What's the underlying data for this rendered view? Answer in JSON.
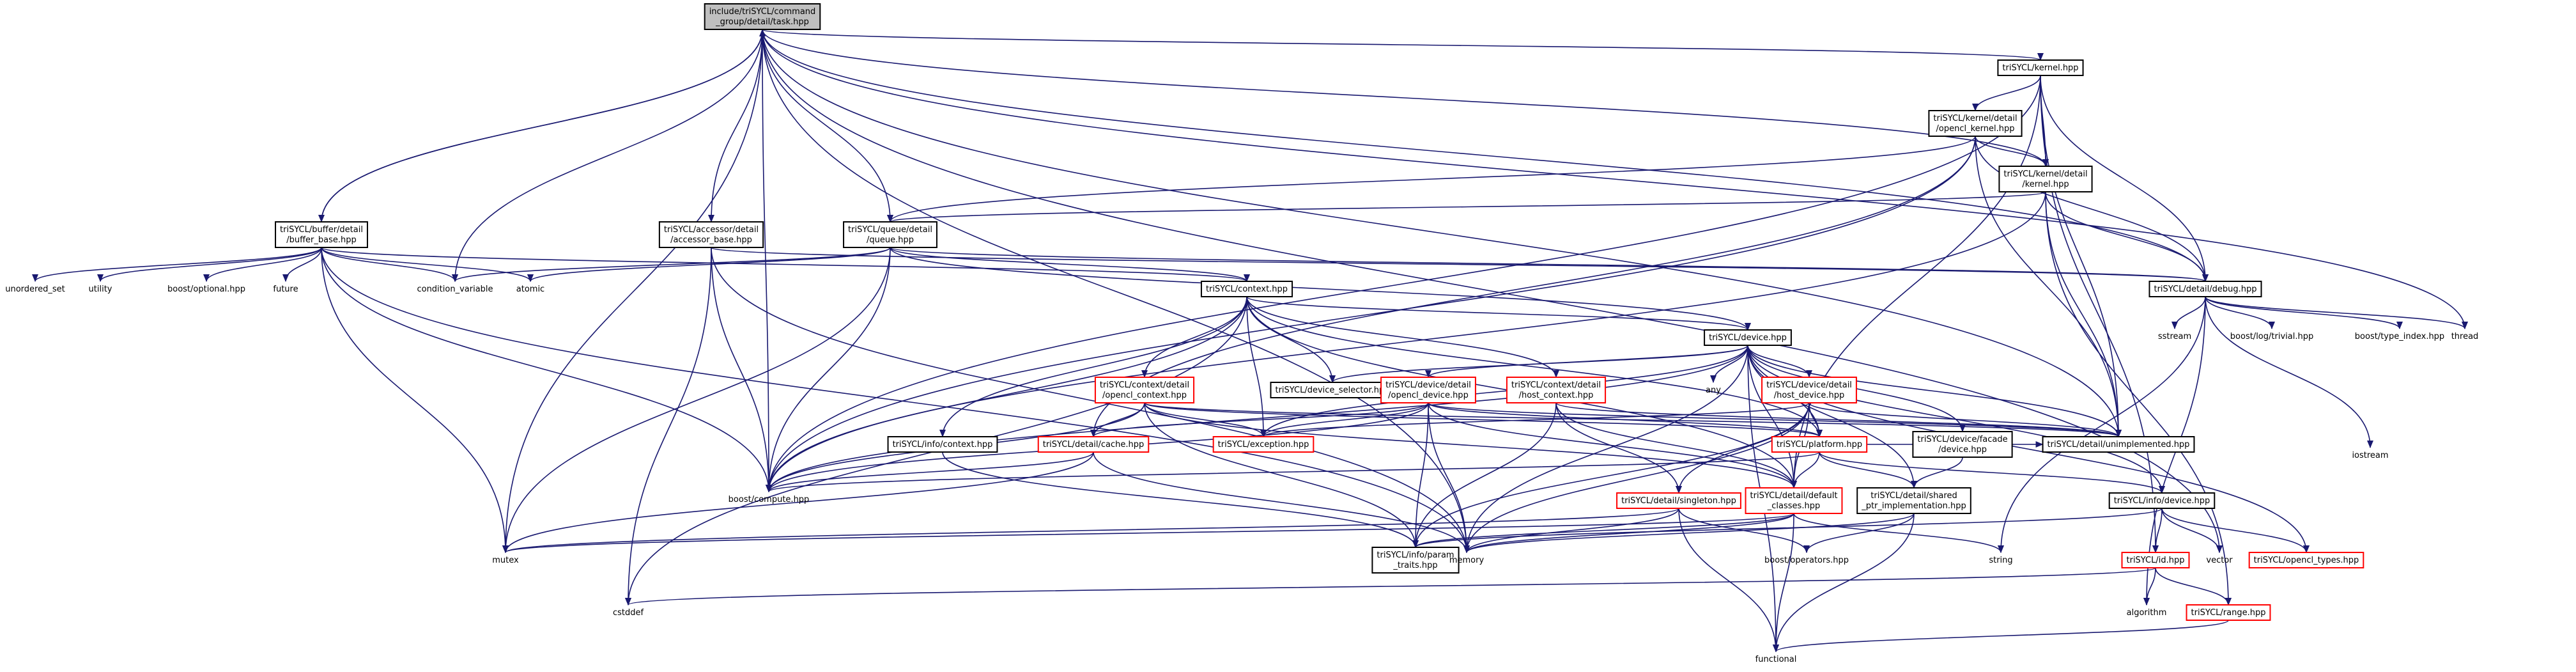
{
  "graph": {
    "colors": {
      "edge": "#191970",
      "node_border": "#000000",
      "node_border_ref": "#ff0000",
      "root_fill": "#bfbfbf",
      "node_fill": "#ffffff"
    },
    "nodes": [
      {
        "id": "task",
        "lines": [
          "include/triSYCL/command",
          "_group/detail/task.hpp"
        ],
        "style": "root"
      },
      {
        "id": "kernel",
        "lines": [
          "triSYCL/kernel.hpp"
        ],
        "style": "box"
      },
      {
        "id": "opencl_kernel",
        "lines": [
          "triSYCL/kernel/detail",
          "/opencl_kernel.hpp"
        ],
        "style": "box"
      },
      {
        "id": "kernel_detail",
        "lines": [
          "triSYCL/kernel/detail",
          "/kernel.hpp"
        ],
        "style": "box"
      },
      {
        "id": "buffer_base",
        "lines": [
          "triSYCL/buffer/detail",
          "/buffer_base.hpp"
        ],
        "style": "box"
      },
      {
        "id": "accessor_base",
        "lines": [
          "triSYCL/accessor/detail",
          "/accessor_base.hpp"
        ],
        "style": "box"
      },
      {
        "id": "queue",
        "lines": [
          "triSYCL/queue/detail",
          "/queue.hpp"
        ],
        "style": "box"
      },
      {
        "id": "debug",
        "lines": [
          "triSYCL/detail/debug.hpp"
        ],
        "style": "box"
      },
      {
        "id": "context",
        "lines": [
          "triSYCL/context.hpp"
        ],
        "style": "box"
      },
      {
        "id": "device",
        "lines": [
          "triSYCL/device.hpp"
        ],
        "style": "box"
      },
      {
        "id": "unordered_set",
        "lines": [
          "unordered_set"
        ],
        "style": "plain"
      },
      {
        "id": "utility",
        "lines": [
          "utility"
        ],
        "style": "plain"
      },
      {
        "id": "boost_optional",
        "lines": [
          "boost/optional.hpp"
        ],
        "style": "plain"
      },
      {
        "id": "future",
        "lines": [
          "future"
        ],
        "style": "plain"
      },
      {
        "id": "condition_variable",
        "lines": [
          "condition_variable"
        ],
        "style": "plain"
      },
      {
        "id": "atomic",
        "lines": [
          "atomic"
        ],
        "style": "plain"
      },
      {
        "id": "sstream",
        "lines": [
          "sstream"
        ],
        "style": "plain"
      },
      {
        "id": "boost_log",
        "lines": [
          "boost/log/trivial.hpp"
        ],
        "style": "plain"
      },
      {
        "id": "boost_typeindex",
        "lines": [
          "boost/type_index.hpp"
        ],
        "style": "plain"
      },
      {
        "id": "thread",
        "lines": [
          "thread"
        ],
        "style": "plain"
      },
      {
        "id": "ctx_opencl",
        "lines": [
          "triSYCL/context/detail",
          "/opencl_context.hpp"
        ],
        "style": "ref"
      },
      {
        "id": "device_selector",
        "lines": [
          "triSYCL/device_selector.hpp"
        ],
        "style": "box"
      },
      {
        "id": "dev_opencl",
        "lines": [
          "triSYCL/device/detail",
          "/opencl_device.hpp"
        ],
        "style": "ref"
      },
      {
        "id": "ctx_host",
        "lines": [
          "triSYCL/context/detail",
          "/host_context.hpp"
        ],
        "style": "ref"
      },
      {
        "id": "any",
        "lines": [
          "any"
        ],
        "style": "plain"
      },
      {
        "id": "dev_host",
        "lines": [
          "triSYCL/device/detail",
          "/host_device.hpp"
        ],
        "style": "ref"
      },
      {
        "id": "info_context",
        "lines": [
          "triSYCL/info/context.hpp"
        ],
        "style": "box"
      },
      {
        "id": "cache",
        "lines": [
          "triSYCL/detail/cache.hpp"
        ],
        "style": "ref"
      },
      {
        "id": "exception",
        "lines": [
          "triSYCL/exception.hpp"
        ],
        "style": "ref"
      },
      {
        "id": "platform",
        "lines": [
          "triSYCL/platform.hpp"
        ],
        "style": "ref"
      },
      {
        "id": "facade",
        "lines": [
          "triSYCL/device/facade",
          "/device.hpp"
        ],
        "style": "box"
      },
      {
        "id": "unimplemented",
        "lines": [
          "triSYCL/detail/unimplemented.hpp"
        ],
        "style": "box"
      },
      {
        "id": "iostream",
        "lines": [
          "iostream"
        ],
        "style": "plain"
      },
      {
        "id": "boost_compute",
        "lines": [
          "boost/compute.hpp"
        ],
        "style": "plain"
      },
      {
        "id": "singleton",
        "lines": [
          "triSYCL/detail/singleton.hpp"
        ],
        "style": "ref"
      },
      {
        "id": "default_classes",
        "lines": [
          "triSYCL/detail/default",
          "_classes.hpp"
        ],
        "style": "ref"
      },
      {
        "id": "shared_ptr",
        "lines": [
          "triSYCL/detail/shared",
          "_ptr_implementation.hpp"
        ],
        "style": "box"
      },
      {
        "id": "info_device",
        "lines": [
          "triSYCL/info/device.hpp"
        ],
        "style": "box"
      },
      {
        "id": "mutex",
        "lines": [
          "mutex"
        ],
        "style": "plain"
      },
      {
        "id": "param_traits",
        "lines": [
          "triSYCL/info/param",
          "_traits.hpp"
        ],
        "style": "box"
      },
      {
        "id": "memory",
        "lines": [
          "memory"
        ],
        "style": "plain"
      },
      {
        "id": "boost_operators",
        "lines": [
          "boost/operators.hpp"
        ],
        "style": "plain"
      },
      {
        "id": "string",
        "lines": [
          "string"
        ],
        "style": "plain"
      },
      {
        "id": "vector",
        "lines": [
          "vector"
        ],
        "style": "plain"
      },
      {
        "id": "opencl_types",
        "lines": [
          "triSYCL/opencl_types.hpp"
        ],
        "style": "ref"
      },
      {
        "id": "id",
        "lines": [
          "triSYCL/id.hpp"
        ],
        "style": "ref"
      },
      {
        "id": "cstddef",
        "lines": [
          "cstddef"
        ],
        "style": "plain"
      },
      {
        "id": "algorithm",
        "lines": [
          "algorithm"
        ],
        "style": "plain"
      },
      {
        "id": "range",
        "lines": [
          "triSYCL/range.hpp"
        ],
        "style": "ref"
      },
      {
        "id": "functional",
        "lines": [
          "functional"
        ],
        "style": "plain"
      }
    ],
    "edges": [
      [
        "task",
        "kernel"
      ],
      [
        "task",
        "buffer_base"
      ],
      [
        "task",
        "accessor_base"
      ],
      [
        "task",
        "queue"
      ],
      [
        "task",
        "debug"
      ],
      [
        "task",
        "kernel_detail"
      ],
      [
        "task",
        "condition_variable"
      ],
      [
        "task",
        "thread"
      ],
      [
        "task",
        "vector"
      ],
      [
        "task",
        "mutex"
      ],
      [
        "task",
        "boost_compute"
      ],
      [
        "task",
        "memory"
      ],
      [
        "task",
        "unimplemented"
      ],
      [
        "kernel",
        "opencl_kernel"
      ],
      [
        "kernel",
        "kernel_detail"
      ],
      [
        "kernel",
        "debug"
      ],
      [
        "kernel",
        "boost_compute"
      ],
      [
        "kernel",
        "unimplemented"
      ],
      [
        "kernel",
        "id"
      ],
      [
        "kernel",
        "default_classes"
      ],
      [
        "opencl_kernel",
        "kernel_detail"
      ],
      [
        "opencl_kernel",
        "queue"
      ],
      [
        "opencl_kernel",
        "debug"
      ],
      [
        "opencl_kernel",
        "cache"
      ],
      [
        "opencl_kernel",
        "boost_compute"
      ],
      [
        "opencl_kernel",
        "unimplemented"
      ],
      [
        "kernel_detail",
        "queue"
      ],
      [
        "kernel_detail",
        "debug"
      ],
      [
        "kernel_detail",
        "unimplemented"
      ],
      [
        "kernel_detail",
        "range"
      ],
      [
        "kernel_detail",
        "boost_compute"
      ],
      [
        "buffer_base",
        "unordered_set"
      ],
      [
        "buffer_base",
        "utility"
      ],
      [
        "buffer_base",
        "boost_optional"
      ],
      [
        "buffer_base",
        "future"
      ],
      [
        "buffer_base",
        "condition_variable"
      ],
      [
        "buffer_base",
        "atomic"
      ],
      [
        "buffer_base",
        "context"
      ],
      [
        "buffer_base",
        "mutex"
      ],
      [
        "buffer_base",
        "boost_compute"
      ],
      [
        "buffer_base",
        "memory"
      ],
      [
        "buffer_base",
        "task"
      ],
      [
        "accessor_base",
        "debug"
      ],
      [
        "accessor_base",
        "boost_compute"
      ],
      [
        "accessor_base",
        "cstddef"
      ],
      [
        "accessor_base",
        "memory"
      ],
      [
        "queue",
        "atomic"
      ],
      [
        "queue",
        "condition_variable"
      ],
      [
        "queue",
        "context"
      ],
      [
        "queue",
        "device"
      ],
      [
        "queue",
        "debug"
      ],
      [
        "queue",
        "mutex"
      ],
      [
        "queue",
        "boost_compute"
      ],
      [
        "debug",
        "sstream"
      ],
      [
        "debug",
        "boost_log"
      ],
      [
        "debug",
        "boost_typeindex"
      ],
      [
        "debug",
        "thread"
      ],
      [
        "debug",
        "iostream"
      ],
      [
        "debug",
        "string"
      ],
      [
        "debug",
        "algorithm"
      ],
      [
        "context",
        "device"
      ],
      [
        "context",
        "ctx_opencl"
      ],
      [
        "context",
        "device_selector"
      ],
      [
        "context",
        "ctx_host"
      ],
      [
        "context",
        "info_context"
      ],
      [
        "context",
        "exception"
      ],
      [
        "context",
        "platform"
      ],
      [
        "context",
        "default_classes"
      ],
      [
        "context",
        "boost_compute"
      ],
      [
        "context",
        "cstddef"
      ],
      [
        "device",
        "dev_opencl"
      ],
      [
        "device",
        "dev_host"
      ],
      [
        "device",
        "any"
      ],
      [
        "device",
        "facade"
      ],
      [
        "device",
        "unimplemented"
      ],
      [
        "device",
        "platform"
      ],
      [
        "device",
        "default_classes"
      ],
      [
        "device",
        "shared_ptr"
      ],
      [
        "device",
        "info_device"
      ],
      [
        "device",
        "memory"
      ],
      [
        "device",
        "functional"
      ],
      [
        "device",
        "boost_compute"
      ],
      [
        "device",
        "opencl_types"
      ],
      [
        "device",
        "exception"
      ],
      [
        "device",
        "device_selector"
      ],
      [
        "ctx_opencl",
        "cache"
      ],
      [
        "ctx_opencl",
        "exception"
      ],
      [
        "ctx_opencl",
        "default_classes"
      ],
      [
        "ctx_opencl",
        "unimplemented"
      ],
      [
        "ctx_opencl",
        "param_traits"
      ],
      [
        "ctx_opencl",
        "boost_compute"
      ],
      [
        "ctx_opencl",
        "platform"
      ],
      [
        "dev_opencl",
        "cache"
      ],
      [
        "dev_opencl",
        "exception"
      ],
      [
        "dev_opencl",
        "default_classes"
      ],
      [
        "dev_opencl",
        "unimplemented"
      ],
      [
        "dev_opencl",
        "param_traits"
      ],
      [
        "dev_opencl",
        "memory"
      ],
      [
        "dev_opencl",
        "boost_compute"
      ],
      [
        "dev_opencl",
        "platform"
      ],
      [
        "ctx_host",
        "unimplemented"
      ],
      [
        "ctx_host",
        "singleton"
      ],
      [
        "ctx_host",
        "default_classes"
      ],
      [
        "ctx_host",
        "param_traits"
      ],
      [
        "dev_host",
        "singleton"
      ],
      [
        "dev_host",
        "exception"
      ],
      [
        "dev_host",
        "default_classes"
      ],
      [
        "dev_host",
        "platform"
      ],
      [
        "dev_host",
        "unimplemented"
      ],
      [
        "dev_host",
        "param_traits"
      ],
      [
        "dev_host",
        "memory"
      ],
      [
        "info_context",
        "param_traits"
      ],
      [
        "cache",
        "mutex"
      ],
      [
        "cache",
        "memory"
      ],
      [
        "cache",
        "boost_compute"
      ],
      [
        "platform",
        "default_classes"
      ],
      [
        "platform",
        "shared_ptr"
      ],
      [
        "platform",
        "info_device"
      ],
      [
        "platform",
        "boost_compute"
      ],
      [
        "platform",
        "unimplemented"
      ],
      [
        "facade",
        "shared_ptr"
      ],
      [
        "singleton",
        "memory"
      ],
      [
        "singleton",
        "boost_operators"
      ],
      [
        "singleton",
        "functional"
      ],
      [
        "singleton",
        "mutex"
      ],
      [
        "default_classes",
        "memory"
      ],
      [
        "default_classes",
        "functional"
      ],
      [
        "default_classes",
        "string"
      ],
      [
        "default_classes",
        "mutex"
      ],
      [
        "default_classes",
        "param_traits"
      ],
      [
        "shared_ptr",
        "boost_operators"
      ],
      [
        "shared_ptr",
        "memory"
      ],
      [
        "shared_ptr",
        "functional"
      ],
      [
        "info_device",
        "id"
      ],
      [
        "info_device",
        "opencl_types"
      ],
      [
        "info_device",
        "vector"
      ],
      [
        "info_device",
        "param_traits"
      ],
      [
        "id",
        "range"
      ],
      [
        "id",
        "algorithm"
      ],
      [
        "id",
        "cstddef"
      ],
      [
        "range",
        "functional"
      ]
    ]
  }
}
